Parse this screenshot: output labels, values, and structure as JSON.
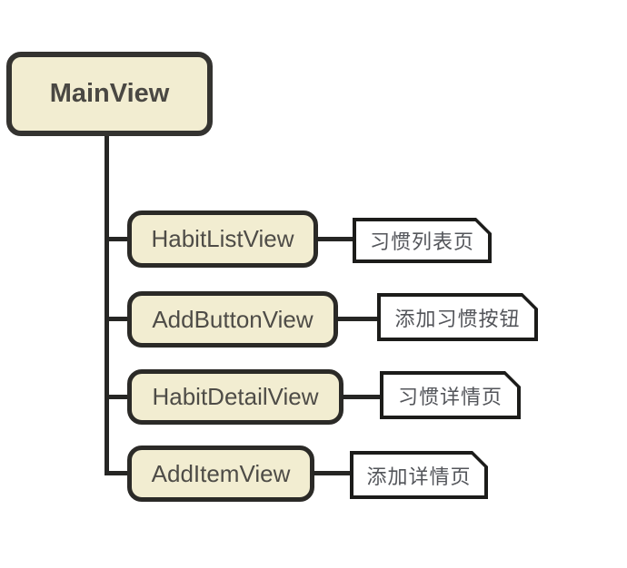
{
  "diagram": {
    "type": "mindmap-tree",
    "root": {
      "label": "MainView"
    },
    "children": [
      {
        "label": "HabitListView",
        "note": "习惯列表页"
      },
      {
        "label": "AddButtonView",
        "note": "添加习惯按钮"
      },
      {
        "label": "HabitDetailView",
        "note": "习惯详情页"
      },
      {
        "label": "AddItemView",
        "note": "添加详情页"
      }
    ],
    "colors": {
      "node_fill": "#f2edd1",
      "node_border": "#2b2a27",
      "connector_line": "#262624",
      "note_fill": "#ffffff",
      "note_border": "#1c1c1a",
      "node_text": "#4a4843",
      "note_text": "#53555a",
      "background": "#ffffff"
    }
  }
}
